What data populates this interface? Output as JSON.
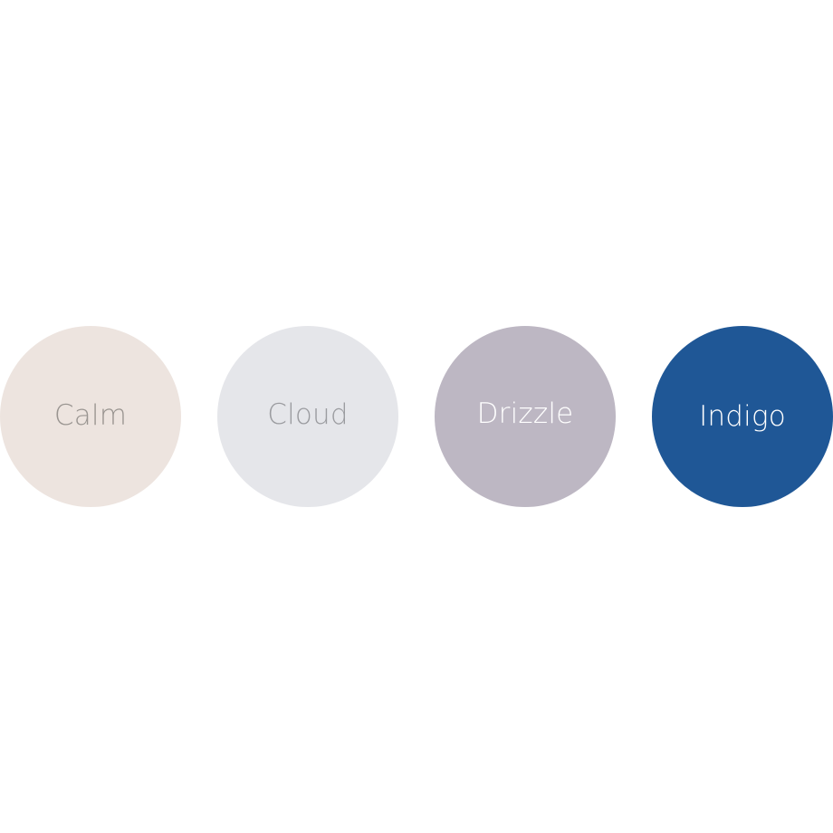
{
  "swatches": [
    {
      "label": "Calm",
      "color": "#EDE4DF",
      "text_color": "#9A9591"
    },
    {
      "label": "Cloud",
      "color": "#E5E6EA",
      "text_color": "#9B9CA0"
    },
    {
      "label": "Drizzle",
      "color": "#BDB7C3",
      "text_color": "#FFFFFF"
    },
    {
      "label": "Indigo",
      "color": "#1F5796",
      "text_color": "#FFFFFF"
    }
  ]
}
